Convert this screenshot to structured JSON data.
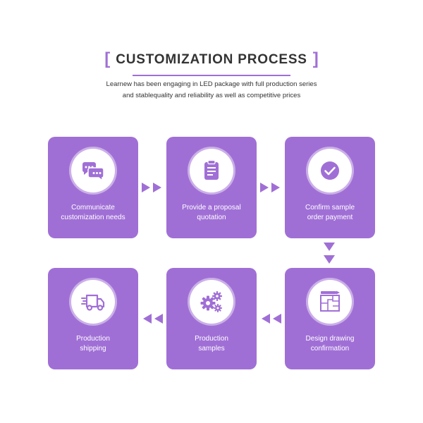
{
  "header": {
    "bracket_open": "[",
    "title": "CUSTOMIZATION PROCESS",
    "bracket_close": "]",
    "subtitle_line1": "Learnew has been engaging in LED package with full production series",
    "subtitle_line2": "and stablequality and reliability as well as competitive prices"
  },
  "steps": [
    {
      "label": "Communicate\ncustomization needs",
      "icon": "chat-bubbles-icon"
    },
    {
      "label": "Provide a proposal\nquotation",
      "icon": "clipboard-icon"
    },
    {
      "label": "Confirm sample\norder payment",
      "icon": "check-circle-icon"
    },
    {
      "label": "Design drawing\nconfirmation",
      "icon": "blueprint-icon"
    },
    {
      "label": "Production\nsamples",
      "icon": "gears-icon"
    },
    {
      "label": "Production\nshipping",
      "icon": "delivery-truck-icon"
    }
  ],
  "colors": {
    "accent": "#a06fd6",
    "text": "#333333",
    "card_text": "#ffffff"
  }
}
